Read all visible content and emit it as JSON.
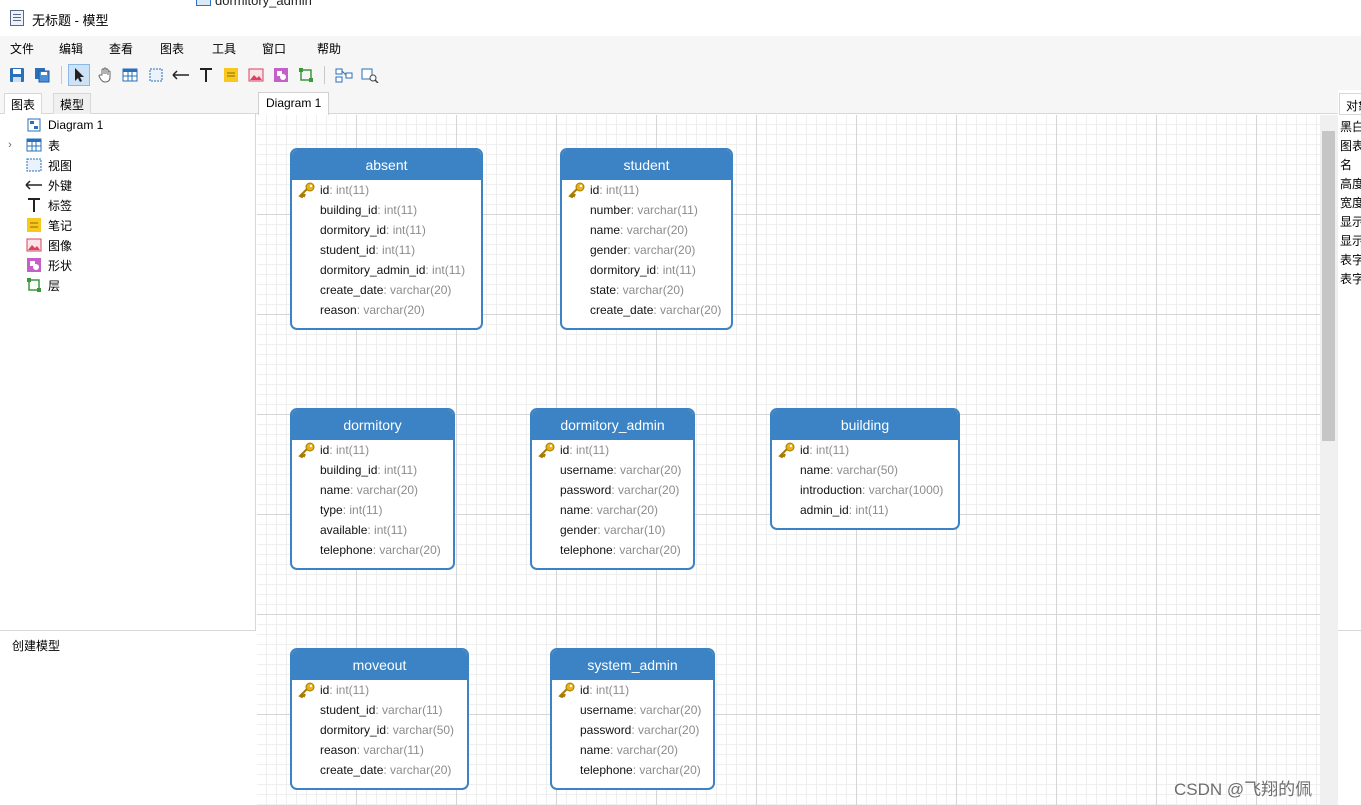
{
  "window": {
    "title": "无标题 - 模型",
    "behind_title": "dormitory_admin"
  },
  "menu": [
    "文件",
    "编辑",
    "查看",
    "图表",
    "工具",
    "窗口",
    "帮助"
  ],
  "toolbar": {
    "icons": [
      "save-icon",
      "save-as-icon",
      "pointer-icon",
      "hand-icon",
      "table-icon",
      "view-icon",
      "foreign-key-icon",
      "label-icon",
      "note-icon",
      "image-icon",
      "shape-icon",
      "layer-icon",
      "auto-layout-icon",
      "zoom-fit-icon"
    ],
    "active": "pointer-icon"
  },
  "left_tabs": [
    "图表",
    "模型"
  ],
  "tree": [
    {
      "label": "Diagram 1",
      "icon": "diagram-icon",
      "expandable": false
    },
    {
      "label": "表",
      "icon": "table-icon",
      "expandable": true
    },
    {
      "label": "视图",
      "icon": "view-icon",
      "expandable": false
    },
    {
      "label": "外键",
      "icon": "foreign-key-icon",
      "expandable": false
    },
    {
      "label": "标签",
      "icon": "label-icon",
      "expandable": false
    },
    {
      "label": "笔记",
      "icon": "note-icon",
      "expandable": false
    },
    {
      "label": "图像",
      "icon": "image-icon",
      "expandable": false
    },
    {
      "label": "形状",
      "icon": "shape-icon",
      "expandable": false
    },
    {
      "label": "层",
      "icon": "layer-icon",
      "expandable": false
    }
  ],
  "bottom_panel": {
    "label": "创建模型"
  },
  "doc_tab": {
    "label": "Diagram 1"
  },
  "right_panel": {
    "tab": "对象",
    "props": [
      "黑白",
      "图表",
      "名",
      "高度",
      "宽度",
      "显示",
      "显示",
      "表字",
      "表字"
    ]
  },
  "entities": [
    {
      "name": "absent",
      "fields": [
        {
          "name": "id",
          "type": ": int(11)",
          "pk": true
        },
        {
          "name": "building_id",
          "type": ": int(11)",
          "pk": false
        },
        {
          "name": "dormitory_id",
          "type": ": int(11)",
          "pk": false
        },
        {
          "name": "student_id",
          "type": ": int(11)",
          "pk": false
        },
        {
          "name": "dormitory_admin_id",
          "type": ": int(11)",
          "pk": false
        },
        {
          "name": "create_date",
          "type": ": varchar(20)",
          "pk": false
        },
        {
          "name": "reason",
          "type": ": varchar(20)",
          "pk": false
        }
      ]
    },
    {
      "name": "student",
      "fields": [
        {
          "name": "id",
          "type": ": int(11)",
          "pk": true
        },
        {
          "name": "number",
          "type": ": varchar(11)",
          "pk": false
        },
        {
          "name": "name",
          "type": ": varchar(20)",
          "pk": false
        },
        {
          "name": "gender",
          "type": ": varchar(20)",
          "pk": false
        },
        {
          "name": "dormitory_id",
          "type": ": int(11)",
          "pk": false
        },
        {
          "name": "state",
          "type": ": varchar(20)",
          "pk": false
        },
        {
          "name": "create_date",
          "type": ": varchar(20)",
          "pk": false
        }
      ]
    },
    {
      "name": "dormitory",
      "fields": [
        {
          "name": "id",
          "type": ": int(11)",
          "pk": true
        },
        {
          "name": "building_id",
          "type": ": int(11)",
          "pk": false
        },
        {
          "name": "name",
          "type": ": varchar(20)",
          "pk": false
        },
        {
          "name": "type",
          "type": ": int(11)",
          "pk": false
        },
        {
          "name": "available",
          "type": ": int(11)",
          "pk": false
        },
        {
          "name": "telephone",
          "type": ": varchar(20)",
          "pk": false
        }
      ]
    },
    {
      "name": "dormitory_admin",
      "fields": [
        {
          "name": "id",
          "type": ": int(11)",
          "pk": true
        },
        {
          "name": "username",
          "type": ": varchar(20)",
          "pk": false
        },
        {
          "name": "password",
          "type": ": varchar(20)",
          "pk": false
        },
        {
          "name": "name",
          "type": ": varchar(20)",
          "pk": false
        },
        {
          "name": "gender",
          "type": ": varchar(10)",
          "pk": false
        },
        {
          "name": "telephone",
          "type": ": varchar(20)",
          "pk": false
        }
      ]
    },
    {
      "name": "building",
      "fields": [
        {
          "name": "id",
          "type": ": int(11)",
          "pk": true
        },
        {
          "name": "name",
          "type": ": varchar(50)",
          "pk": false
        },
        {
          "name": "introduction",
          "type": ": varchar(1000)",
          "pk": false
        },
        {
          "name": "admin_id",
          "type": ": int(11)",
          "pk": false
        }
      ]
    },
    {
      "name": "moveout",
      "fields": [
        {
          "name": "id",
          "type": ": int(11)",
          "pk": true
        },
        {
          "name": "student_id",
          "type": ": varchar(11)",
          "pk": false
        },
        {
          "name": "dormitory_id",
          "type": ": varchar(50)",
          "pk": false
        },
        {
          "name": "reason",
          "type": ": varchar(11)",
          "pk": false
        },
        {
          "name": "create_date",
          "type": ": varchar(20)",
          "pk": false
        }
      ]
    },
    {
      "name": "system_admin",
      "fields": [
        {
          "name": "id",
          "type": ": int(11)",
          "pk": true
        },
        {
          "name": "username",
          "type": ": varchar(20)",
          "pk": false
        },
        {
          "name": "password",
          "type": ": varchar(20)",
          "pk": false
        },
        {
          "name": "name",
          "type": ": varchar(20)",
          "pk": false
        },
        {
          "name": "telephone",
          "type": ": varchar(20)",
          "pk": false
        }
      ]
    }
  ],
  "watermark": "CSDN @飞翔的佩奇",
  "colors": {
    "entity_header": "#3b83c4",
    "field_type": "#8c8c8c",
    "key": "#e8b21a"
  }
}
